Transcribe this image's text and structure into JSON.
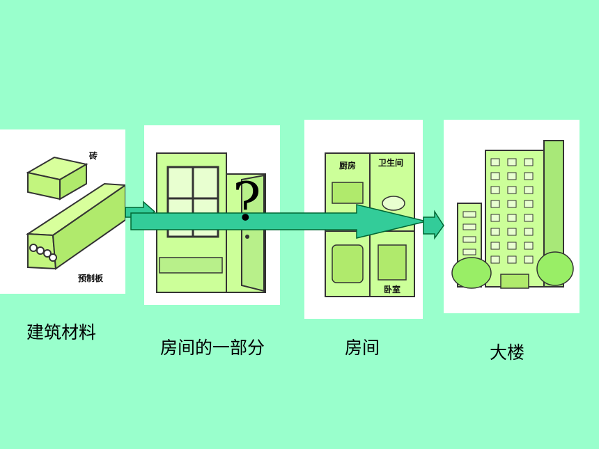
{
  "stages": [
    {
      "caption": "建筑材料",
      "labels": {
        "brick": "砖",
        "slab": "预制板"
      }
    },
    {
      "caption": "房间的一部分"
    },
    {
      "caption": "房间",
      "labels": {
        "kitchen": "厨房",
        "bathroom": "卫生间",
        "bedroom": "卧室"
      }
    },
    {
      "caption": "大楼"
    }
  ],
  "question_mark": "?",
  "colors": {
    "background": "#99ffcc",
    "arrow_fill": "#33cc99",
    "arrow_stroke": "#006633",
    "sketch_fill": "#ccff99",
    "sketch_line": "#333333"
  }
}
